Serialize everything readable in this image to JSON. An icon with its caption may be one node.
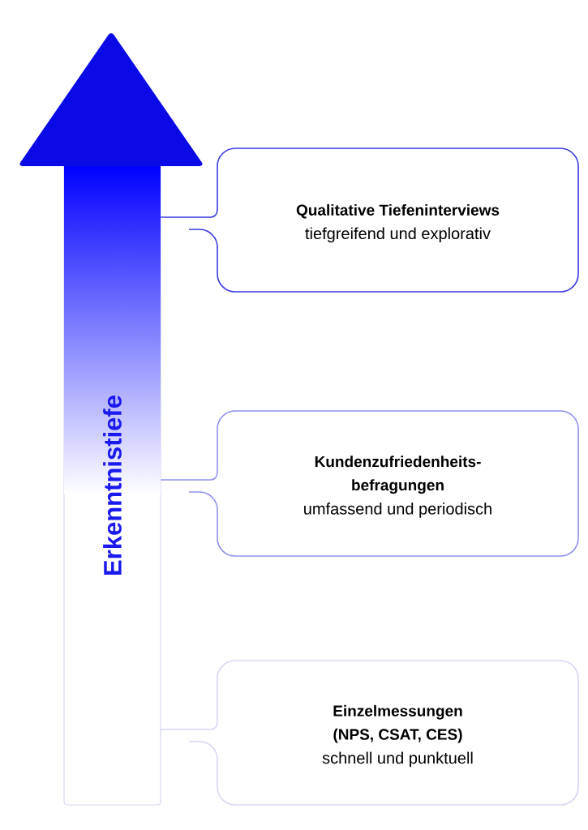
{
  "diagram": {
    "nodes": [
      {
        "text": [
          "Erkenntnistiefe"
        ]
      },
      {
        "text": [
          "Qualitative Tiefeninterviews",
          "tiefgreifend und explorativ"
        ]
      },
      {
        "text": [
          "Kundenzufriedenheits- befragungen",
          "umfassend und periodisch"
        ]
      },
      {
        "text": [
          "Einzelmessungen (NPS, CSAT, CES)",
          "schnell und punktuell"
        ]
      }
    ],
    "edges": [
      {
        "from": 0,
        "to": 1,
        "arrow": "none",
        "color": "#3a3adf"
      },
      {
        "from": 0,
        "to": 2,
        "arrow": "none",
        "color": "#9090ee"
      },
      {
        "from": 0,
        "to": 3,
        "arrow": "none",
        "color": "#d6d6f5"
      }
    ]
  }
}
